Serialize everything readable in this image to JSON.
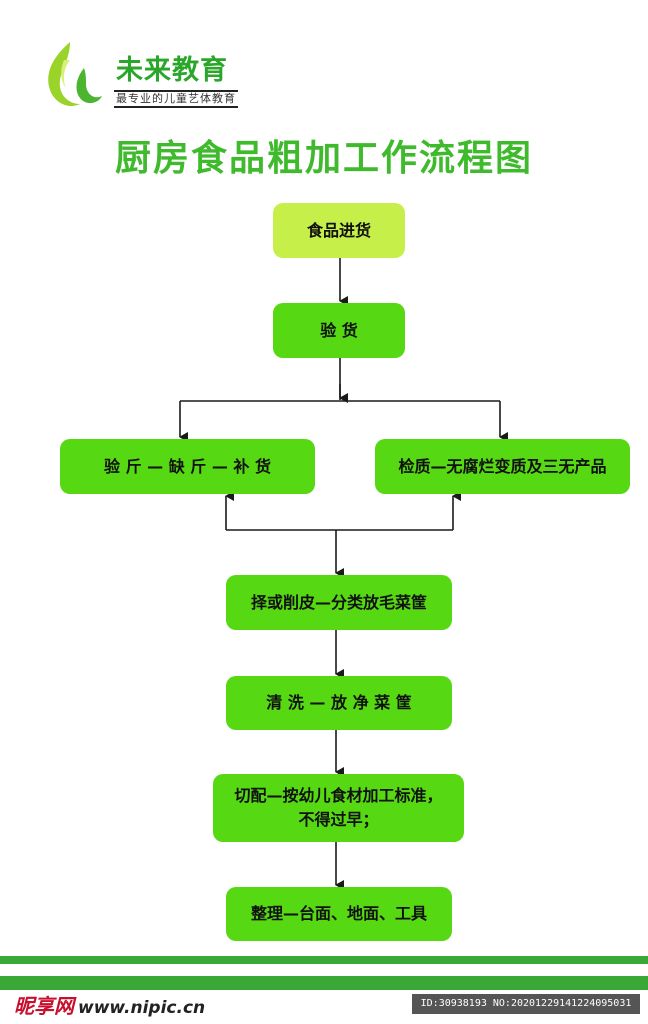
{
  "brand": {
    "name": "未来教育",
    "tagline": "最专业的儿童艺体教育",
    "logo": "green-flame-leaf-icon",
    "accent_color": "#3fba2c"
  },
  "title": "厨房食品粗加工作流程图",
  "steps": {
    "purchase": "食品进货",
    "inspect": "验 货",
    "weigh": "验 斤 — 缺 斤 — 补 货",
    "quality": "检质—无腐烂变质及三无产品",
    "trim": "择或削皮—分类放毛菜筐",
    "wash": "清 洗 — 放 净 菜 筐",
    "cut": "切配—按幼儿食材加工标准，不得过早；",
    "tidy": "整理—台面、地面、工具"
  },
  "colors": {
    "step_fill": "#56d812",
    "start_fill": "#c7ef4a",
    "bar": "#3aa837"
  },
  "watermark": {
    "site": "昵享网",
    "url": "www.nipic.cn",
    "id": "ID:30938193 NO:20201229141224095031"
  }
}
